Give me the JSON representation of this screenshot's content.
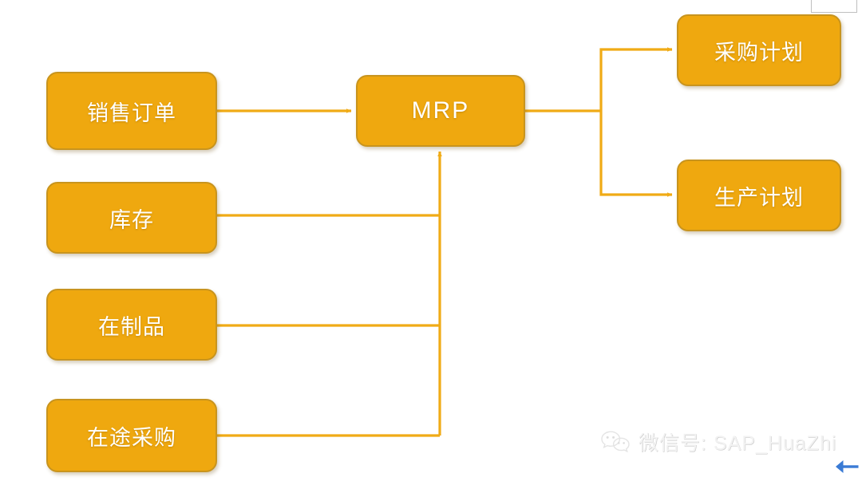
{
  "diagram": {
    "title": "MRP",
    "colors": {
      "node_fill": "#EFA80F",
      "node_border": "#C8941E",
      "node_text": "#FFFFFF",
      "edge": "#F0AB16",
      "background": "#FFFFFF",
      "watermark_text": "#F0F0F0",
      "back_arrow": "#3A7BD5"
    },
    "inputs": [
      {
        "id": "sales-order",
        "label": "销售订单"
      },
      {
        "id": "inventory",
        "label": "库存"
      },
      {
        "id": "wip",
        "label": "在制品"
      },
      {
        "id": "in-transit",
        "label": "在途采购"
      }
    ],
    "process": {
      "id": "mrp",
      "label": "MRP"
    },
    "outputs": [
      {
        "id": "purchase-plan",
        "label": "采购计划"
      },
      {
        "id": "production-plan",
        "label": "生产计划"
      }
    ],
    "edges": [
      {
        "from": "sales-order",
        "to": "mrp",
        "style": "straight-arrow"
      },
      {
        "from": "inventory",
        "to": "mrp",
        "style": "elbow-arrow"
      },
      {
        "from": "wip",
        "to": "mrp",
        "style": "elbow-arrow"
      },
      {
        "from": "in-transit",
        "to": "mrp",
        "style": "elbow-arrow"
      },
      {
        "from": "mrp",
        "to": "purchase-plan",
        "style": "elbow-arrow"
      },
      {
        "from": "mrp",
        "to": "production-plan",
        "style": "elbow-arrow"
      }
    ]
  },
  "watermark": {
    "icon": "wechat-icon",
    "text": "微信号: SAP_HuaZhi"
  },
  "back_arrow": {
    "icon": "arrow-left-icon"
  }
}
